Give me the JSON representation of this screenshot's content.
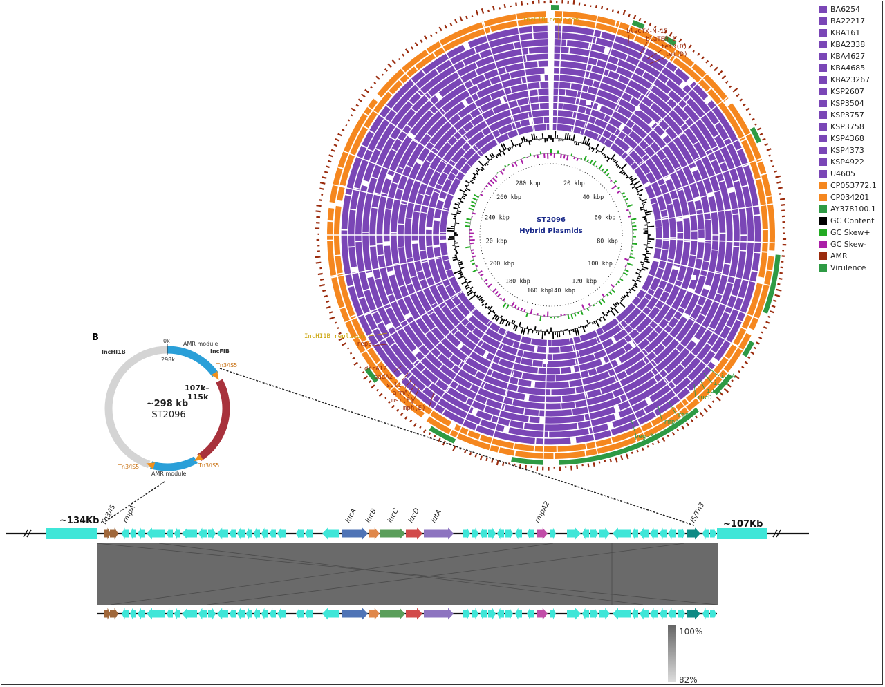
{
  "colors": {
    "purple": "#7a46b6",
    "orange": "#f5871f",
    "green": "#2e9a44",
    "amr": "#9a2b0d",
    "gc": "#000000",
    "skew_pos": "#22aa22",
    "skew_neg": "#aa1fa7",
    "cyan": "#3fe6d8",
    "gold": "#c9a100",
    "grey_block": "#6a6a6a",
    "iucA": "#4f74b6",
    "iucB": "#e0874a",
    "iucC": "#5a9e5a",
    "iucD": "#d24b4b",
    "iutA": "#8d74c0",
    "rmpA2": "#c24ca8",
    "is_tn3": "#0e8a84",
    "brown": "#a0673a"
  },
  "legend": [
    {
      "label": "BA6254",
      "color": "#7a46b6"
    },
    {
      "label": "BA22217",
      "color": "#7a46b6"
    },
    {
      "label": "KBA161",
      "color": "#7a46b6"
    },
    {
      "label": "KBA2338",
      "color": "#7a46b6"
    },
    {
      "label": "KBA4627",
      "color": "#7a46b6"
    },
    {
      "label": "KBA4685",
      "color": "#7a46b6"
    },
    {
      "label": "KBA23267",
      "color": "#7a46b6"
    },
    {
      "label": "KSP2607",
      "color": "#7a46b6"
    },
    {
      "label": "KSP3504",
      "color": "#7a46b6"
    },
    {
      "label": "KSP3757",
      "color": "#7a46b6"
    },
    {
      "label": "KSP3758",
      "color": "#7a46b6"
    },
    {
      "label": "KSP4368",
      "color": "#7a46b6"
    },
    {
      "label": "KSP4373",
      "color": "#7a46b6"
    },
    {
      "label": "KSP4922",
      "color": "#7a46b6"
    },
    {
      "label": "U4605",
      "color": "#7a46b6"
    },
    {
      "label": "CP053772.1",
      "color": "#f5871f"
    },
    {
      "label": "CP034201",
      "color": "#f5871f"
    },
    {
      "label": "AY378100.1",
      "color": "#2e9a44"
    },
    {
      "label": "GC Content",
      "color": "#000000"
    },
    {
      "label": "GC Skew+",
      "color": "#22aa22"
    },
    {
      "label": "GC Skew-",
      "color": "#aa1fa7"
    },
    {
      "label": "AMR",
      "color": "#9a2b0d"
    },
    {
      "label": "Virulence",
      "color": "#2e9a44"
    }
  ],
  "circos": {
    "center_line1": "ST2096",
    "center_line2": "Hybrid Plasmids",
    "ticks": [
      "20 kbp",
      "40 kbp",
      "60 kbp",
      "80 kbp",
      "100 kbp",
      "120 kbp",
      "140 kbp",
      "160 kbp",
      "180 kbp",
      "200 kbp",
      "220 kbp",
      "240 kbp",
      "260 kbp",
      "280 kbp"
    ],
    "labels": {
      "incfib": "IncFIB_replicon",
      "blactx": "blaCTX-M-15",
      "blatem": "blaTEM-1",
      "tetr": "tetR(D)",
      "tetd": "tet(D)",
      "inchi1b": "IncHI1B_replicon",
      "repb": "repB",
      "dfra12": "dfrA12",
      "aada2": "aadA2",
      "sul1": "sul1",
      "arma": "armA",
      "msre": "msr(E)",
      "mphe": "mph(E)",
      "iuca": "iucA",
      "iucb": "iucB",
      "iucc": "iucC",
      "iucd": "iucD",
      "rmpa": "rmpA",
      "rmpa2": "rmpA2",
      "peg": "peg-344"
    }
  },
  "panel_b": {
    "letter": "B",
    "ok": "0k",
    "k298": "298k",
    "amr_top": "AMR module",
    "incfib": "IncFIB",
    "inchi1b": "IncHI1B",
    "range1": "107k–",
    "range2": "115k",
    "size": "~298 kb",
    "st": "ST2096",
    "tn3_top": "Tn3/IS5",
    "tn3_left": "Tn3/IS5",
    "tn3_right": "Tn3/IS5",
    "amr_bottom": "AMR module"
  },
  "linear_map": {
    "left_size": "~134Kb",
    "right_size": "~107Kb",
    "tn3is5": "Tn3/IS",
    "rmpa": "rmpA",
    "iuca": "iucA",
    "iucb": "iucB",
    "iucc": "iucC",
    "iucd": "iucD",
    "iuta": "iutA",
    "rmpa2": "rmpA2",
    "istn3": "IS/Tn3",
    "identity_max": "100%",
    "identity_min": "82%"
  }
}
